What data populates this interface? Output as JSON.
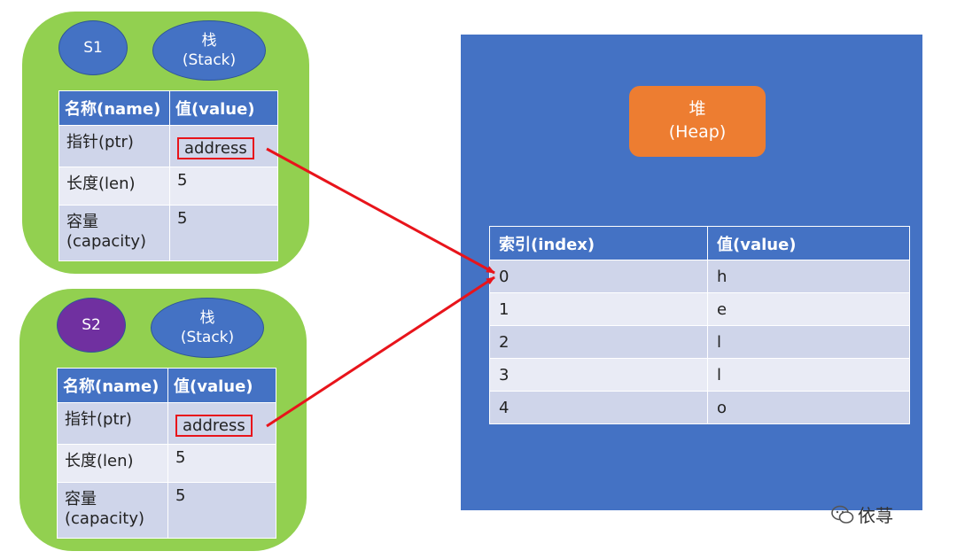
{
  "s1": {
    "label": "S1",
    "stack_label": "栈",
    "stack_sublabel": "(Stack)",
    "header": [
      "名称(name)",
      "值(value)"
    ],
    "rows": [
      {
        "name": "指针(ptr)",
        "value": "address"
      },
      {
        "name": "长度(len)",
        "value": "5"
      },
      {
        "name_line1": "容量",
        "name_line2": "(capacity)",
        "value": "5"
      }
    ]
  },
  "s2": {
    "label": "S2",
    "stack_label": "栈",
    "stack_sublabel": "(Stack)",
    "header": [
      "名称(name)",
      "值(value)"
    ],
    "rows": [
      {
        "name": "指针(ptr)",
        "value": "address"
      },
      {
        "name": "长度(len)",
        "value": "5"
      },
      {
        "name_line1": "容量",
        "name_line2": "(capacity)",
        "value": "5"
      }
    ]
  },
  "heap": {
    "label": "堆",
    "sublabel": "(Heap)",
    "header": [
      "索引(index)",
      "值(value)"
    ],
    "rows": [
      [
        "0",
        "h"
      ],
      [
        "1",
        "e"
      ],
      [
        "2",
        "l"
      ],
      [
        "3",
        "l"
      ],
      [
        "4",
        "o"
      ]
    ]
  },
  "watermark": "依荨",
  "colors": {
    "panel": "#92d050",
    "oval_blue": "#4472c4",
    "oval_purple": "#7030a0",
    "heap_bg": "#4472c4",
    "heap_box": "#ed7d31",
    "pointer_arrow": "#e8141b"
  }
}
